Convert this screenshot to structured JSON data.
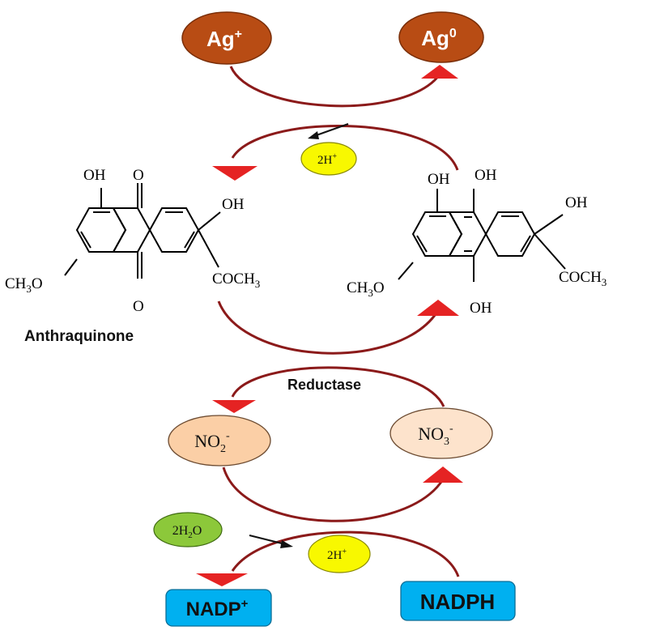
{
  "species": {
    "ag_plus": {
      "base": "Ag",
      "sup": "+"
    },
    "ag_zero": {
      "base": "Ag",
      "sup": "0"
    },
    "two_h_top": {
      "base": "2H",
      "sup": "+"
    },
    "two_h_bottom": {
      "base": "2H",
      "sup": "+"
    },
    "nitrite": {
      "base": "NO",
      "sub": "2",
      "sup": "-"
    },
    "nitrate": {
      "base": "NO",
      "sub": "3",
      "sup": "-"
    },
    "water": {
      "base": "2H",
      "sub": "2",
      "tail": "O"
    },
    "nadp_plus": {
      "base": "NADP",
      "sup": "+"
    },
    "nadph": {
      "base": "NADPH"
    }
  },
  "labels": {
    "anthraquinone": "Anthraquinone",
    "reductase": "Reductase"
  },
  "left_molecule": {
    "oh_top": "OH",
    "o_top": "O",
    "oh_right": "OH",
    "och3": {
      "pre": "CH",
      "sub": "3",
      "post": "O"
    },
    "coch3": {
      "pre": "COCH",
      "sub": "3"
    },
    "o_bottom": "O"
  },
  "right_molecule": {
    "oh_top_left": "OH",
    "oh_top": "OH",
    "oh_right": "OH",
    "och3": {
      "pre": "CH",
      "sub": "3",
      "post": "O"
    },
    "coch3": {
      "pre": "COCH",
      "sub": "3"
    },
    "oh_bottom": "OH"
  },
  "colors": {
    "silver_ellipse": "#b84c14",
    "h_ellipse": "#f8f800",
    "nitrite_fill": "#fbcfa6",
    "nitrate_fill": "#fde3cc",
    "water_fill": "#8cc83a",
    "nadp_box": "#00b0f0",
    "arc": "#8b1a1a",
    "arrowhead": "#e52323"
  }
}
